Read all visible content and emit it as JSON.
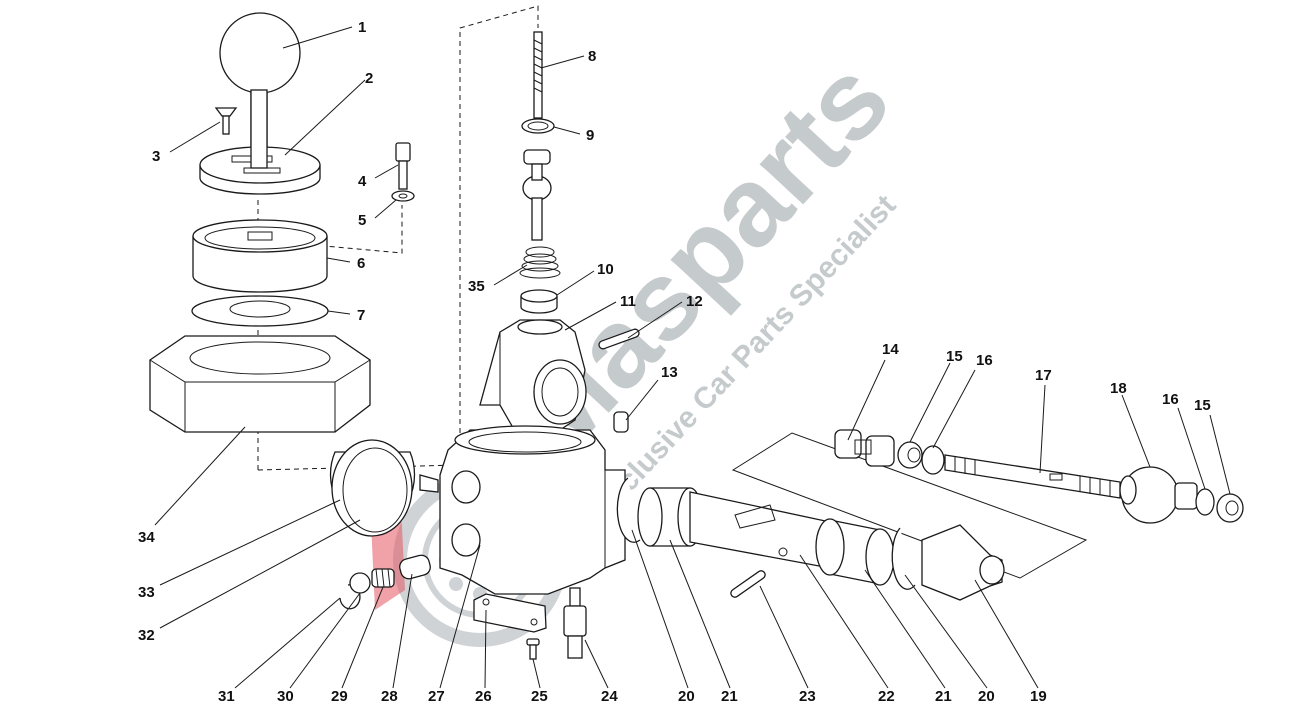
{
  "watermark": {
    "brand": "Masparts",
    "tagline": "Exclusive Car Parts Specialist",
    "colors": {
      "gray": "#bcc1c4",
      "red": "#e45561"
    },
    "logo_icon": "wheel-logo-icon"
  },
  "callouts": [
    {
      "n": "1"
    },
    {
      "n": "2"
    },
    {
      "n": "3"
    },
    {
      "n": "4"
    },
    {
      "n": "5"
    },
    {
      "n": "6"
    },
    {
      "n": "7"
    },
    {
      "n": "8"
    },
    {
      "n": "9"
    },
    {
      "n": "35"
    },
    {
      "n": "10"
    },
    {
      "n": "11"
    },
    {
      "n": "12"
    },
    {
      "n": "13"
    },
    {
      "n": "14"
    },
    {
      "n": "15"
    },
    {
      "n": "16"
    },
    {
      "n": "17"
    },
    {
      "n": "18"
    },
    {
      "n": "16"
    },
    {
      "n": "15"
    },
    {
      "n": "34"
    },
    {
      "n": "33"
    },
    {
      "n": "32"
    },
    {
      "n": "31"
    },
    {
      "n": "30"
    },
    {
      "n": "29"
    },
    {
      "n": "28"
    },
    {
      "n": "27"
    },
    {
      "n": "26"
    },
    {
      "n": "25"
    },
    {
      "n": "24"
    },
    {
      "n": "20"
    },
    {
      "n": "21"
    },
    {
      "n": "23"
    },
    {
      "n": "22"
    },
    {
      "n": "21"
    },
    {
      "n": "20"
    },
    {
      "n": "19"
    }
  ]
}
